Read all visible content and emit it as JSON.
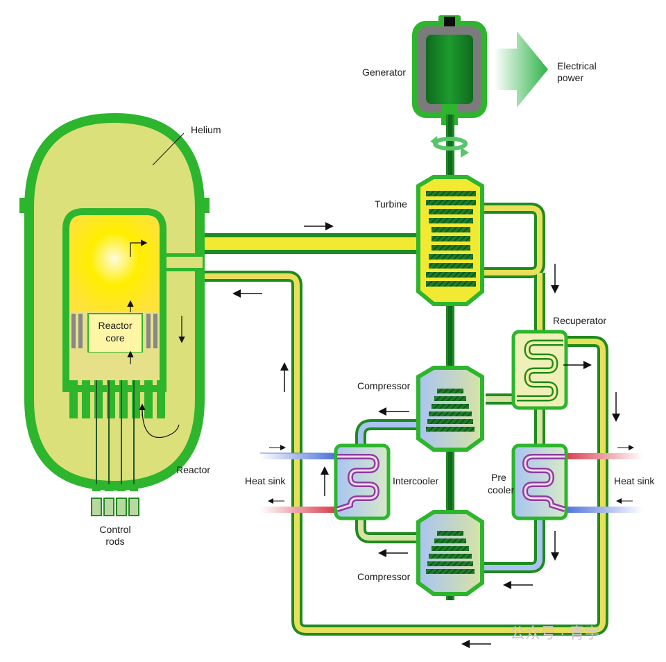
{
  "diagram": {
    "labels": {
      "helium": "Helium",
      "generator": "Generator",
      "electrical_power_line1": "Electrical",
      "electrical_power_line2": "power",
      "turbine": "Turbine",
      "recuperator": "Recuperator",
      "compressor_upper": "Compressor",
      "compressor_lower": "Compressor",
      "reactor_core_line1": "Reactor",
      "reactor_core_line2": "core",
      "reactor": "Reactor",
      "heat_sink_left": "Heat sink",
      "heat_sink_right": "Heat sink",
      "intercooler": "Intercooler",
      "precooler_line1": "Pre",
      "precooler_line2": "cooler",
      "control_rods_line1": "Control",
      "control_rods_line2": "rods"
    },
    "watermark": "公众号 · 青宇"
  },
  "colors": {
    "outline_green": "#1f8a1f",
    "vessel_green": "#2db52d",
    "reactor_fill": "#dbe07a",
    "core_glow": "#ffee00",
    "pipe_yellow": "#e8e05a",
    "pipe_light": "#d7e3a5",
    "cold_blue": "#4a6fd8",
    "hot_red": "#d83a4a",
    "dark_green": "#0f5a1f"
  }
}
